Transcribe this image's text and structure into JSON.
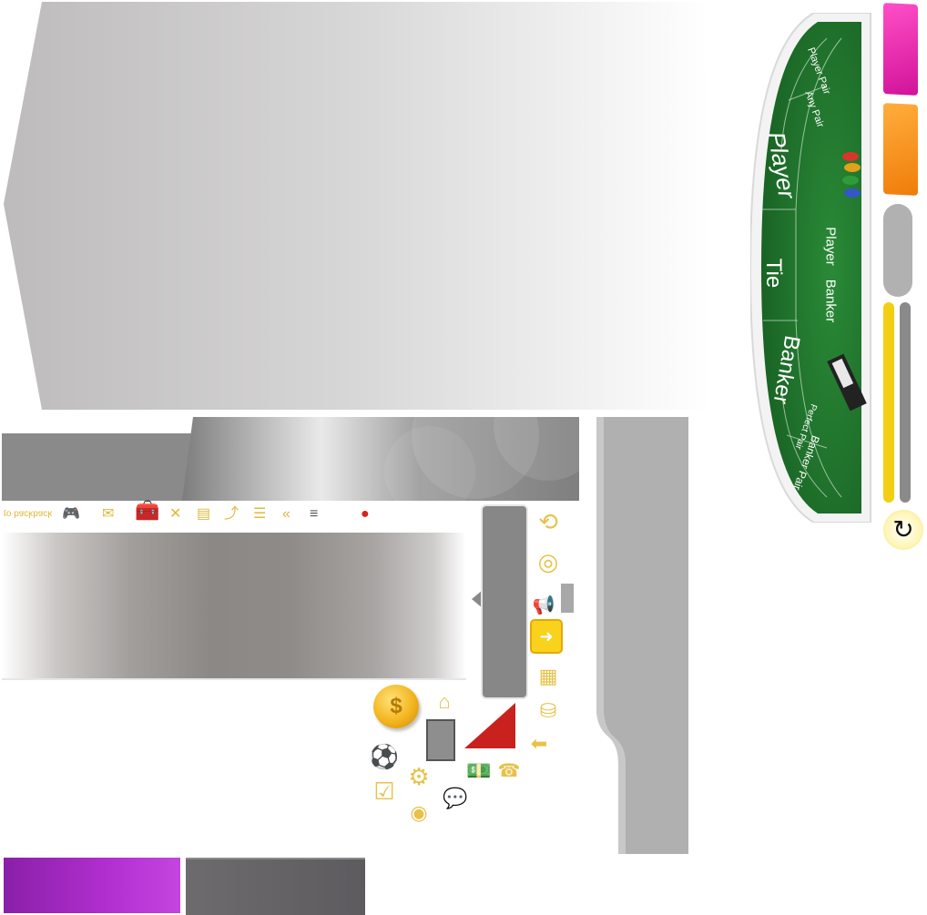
{
  "table": {
    "labels": {
      "player_pair": "Player Pair",
      "any_pair": "Any Pair",
      "player": "Player",
      "tie": "Tie",
      "banker": "Banker",
      "player_side": "Player",
      "banker_side": "Banker",
      "perfect_pair": "Perfect Pair",
      "banker_pair": "Banker Pair"
    },
    "felt_color": "#1d6b2a",
    "rim_color": "#f4f4f4"
  },
  "icon_strip": {
    "mirrored_text": "ʞɔɐqʞɔɐq oʇ",
    "icons": [
      "gamepad-icon",
      "mail-icon",
      "treasure-chest-icon",
      "close-icon",
      "list-icon",
      "pin-icon",
      "menu-icon",
      "double-chevron-icon",
      "align-icon",
      "chat-bubble-icon"
    ]
  },
  "side_icons": [
    "refresh-arrow-icon",
    "target-icon",
    "megaphone-icon",
    "exit-icon",
    "slots-icon",
    "chip-stack-icon",
    "back-arrow-icon"
  ],
  "bottom_icons": [
    "gold-coin-icon",
    "home-icon",
    "soccer-ball-icon",
    "settings-gear-icon",
    "cash-icon",
    "phone-icon",
    "checkbox-icon",
    "eye-icon",
    "speech-bubble-icon"
  ],
  "coin_symbol": "$",
  "refresh_icon": "↻",
  "colors": {
    "pink": "#e426b0",
    "orange": "#f58e1f",
    "yellow": "#f2cf12",
    "purple": "#a12bc4",
    "red": "#c9221e"
  }
}
